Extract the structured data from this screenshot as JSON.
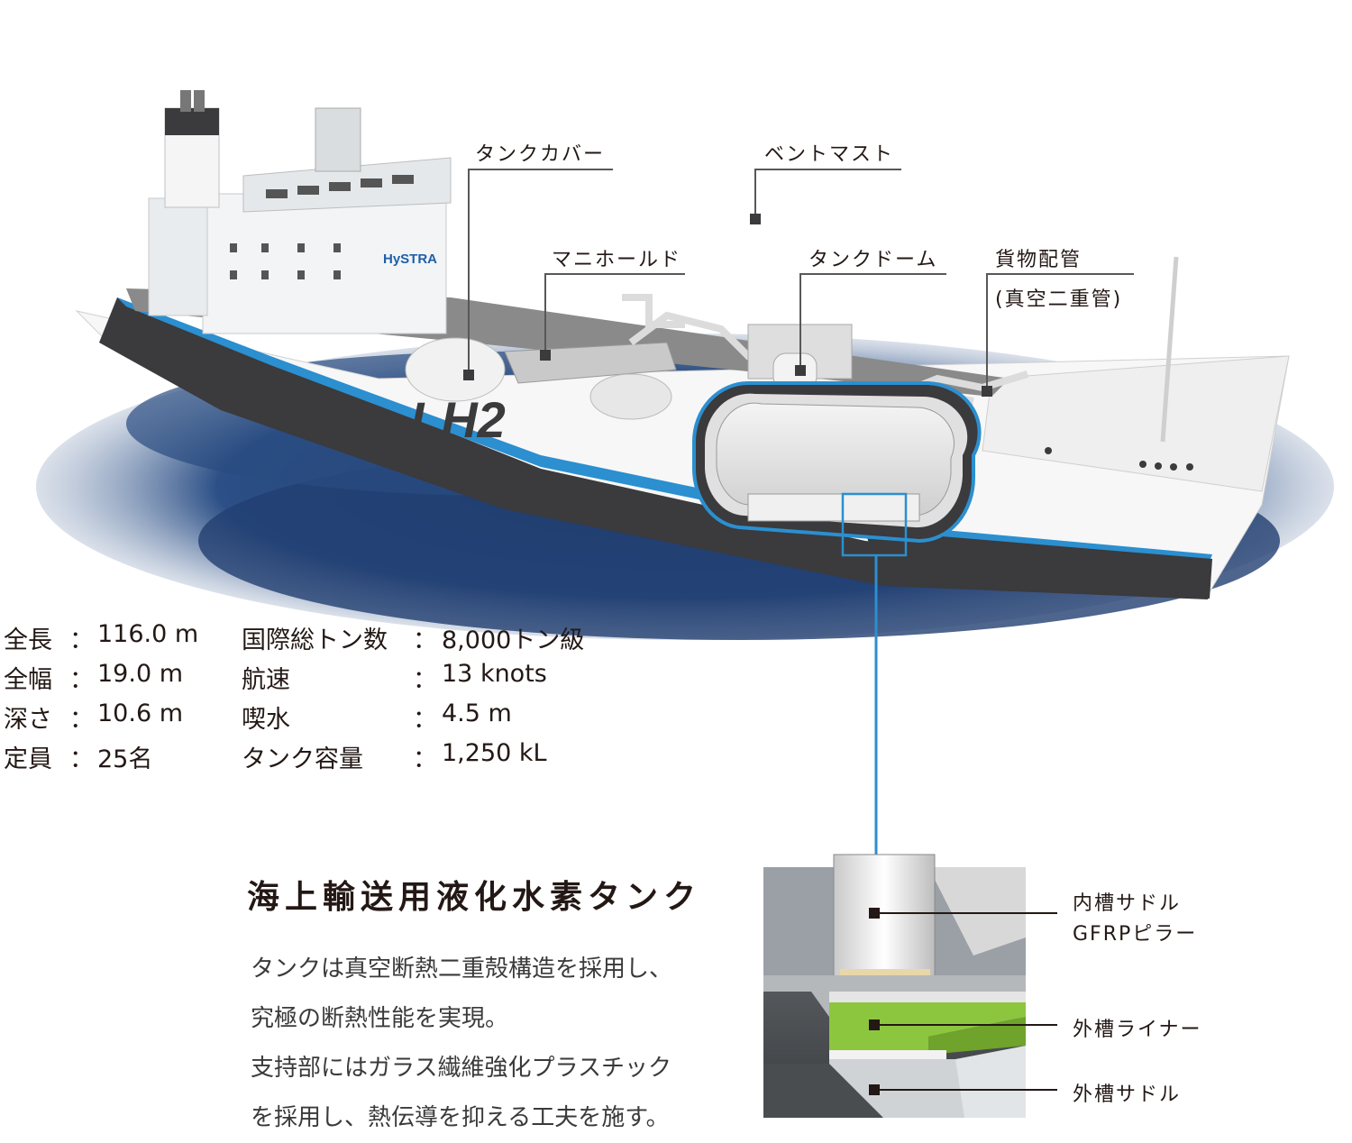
{
  "ship": {
    "hull_logo": "LH2",
    "house_logo": "HySTRA"
  },
  "callouts": {
    "tank_cover": "タンクカバー",
    "vent_mast": "ベントマスト",
    "manifold": "マニホールド",
    "tank_dome": "タンクドーム",
    "cargo_piping": "貨物配管",
    "cargo_piping_sub": "(真空二重管)"
  },
  "specs_left": [
    {
      "name": "全長",
      "value": "116.0 m"
    },
    {
      "name": "全幅",
      "value": "19.0 m"
    },
    {
      "name": "深さ",
      "value": "10.6 m"
    },
    {
      "name": "定員",
      "value": "25名"
    }
  ],
  "specs_right": [
    {
      "name": "国際総トン数",
      "value": "8,000トン級"
    },
    {
      "name": "航速",
      "value": "13 knots"
    },
    {
      "name": "喫水",
      "value": "4.5 m"
    },
    {
      "name": "タンク容量",
      "value": "1,250 kL"
    }
  ],
  "separator": "：",
  "section": {
    "title": "海上輸送用液化水素タンク",
    "description": [
      "タンクは真空断熱二重殻構造を採用し、",
      "究極の断熱性能を実現。",
      "支持部にはガラス繊維強化プラスチック",
      "を採用し、熱伝導を抑える工夫を施す。"
    ]
  },
  "detail": {
    "inner_saddle": "内槽サドル",
    "gfrp_pillar": "GFRPピラー",
    "outer_liner": "外槽ライナー",
    "outer_saddle": "外槽サドル"
  },
  "colors": {
    "accent_blue": "#2b8fd0",
    "hull_dark": "#3b3a3c",
    "liner_green": "#8cc63f",
    "leader_line": "#595757"
  }
}
